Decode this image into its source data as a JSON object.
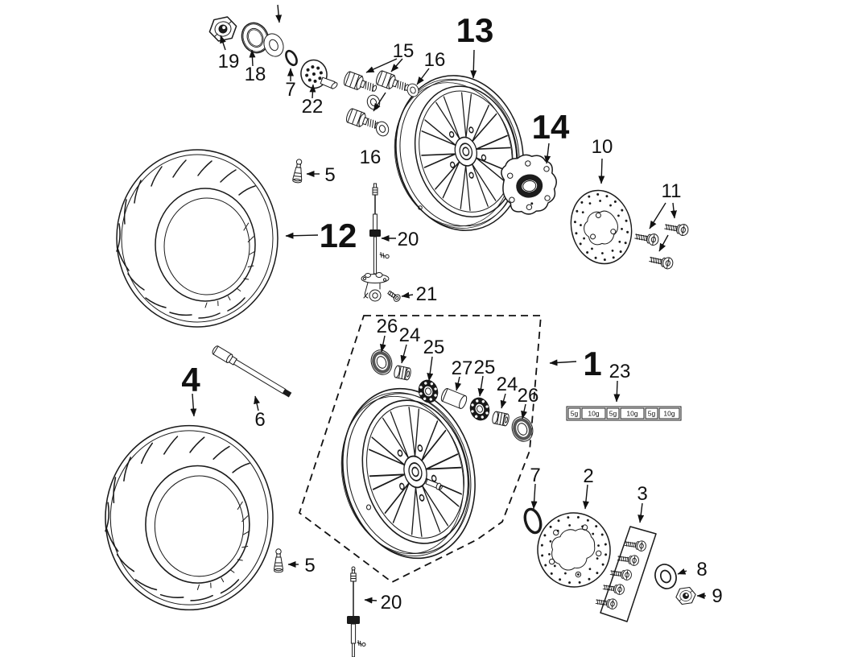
{
  "diagram": {
    "kind": "exploded-parts-diagram",
    "subject": "front and rear wheel assembly",
    "background_color": "#ffffff",
    "line_color": "#1a1a1a"
  },
  "labels": {
    "n1": "1",
    "n2": "2",
    "n3": "3",
    "n4": "4",
    "n5a": "5",
    "n5b": "5",
    "n6": "6",
    "n7a": "7",
    "n7b": "7",
    "n8": "8",
    "n9": "9",
    "n10": "10",
    "n11": "11",
    "n12": "12",
    "n13": "13",
    "n14": "14",
    "n15": "15",
    "n16a": "16",
    "n16b": "16",
    "n18": "18",
    "n19": "19",
    "n20a": "20",
    "n20b": "20",
    "n21": "21",
    "n22": "22",
    "n23": "23",
    "n24a": "24",
    "n24b": "24",
    "n25a": "25",
    "n25b": "25",
    "n26a": "26",
    "n26b": "26",
    "n27": "27"
  },
  "weights": {
    "w1": "5g",
    "w2": "10g",
    "w3": "5g",
    "w4": "10g",
    "w5": "5g",
    "w6": "10g"
  }
}
